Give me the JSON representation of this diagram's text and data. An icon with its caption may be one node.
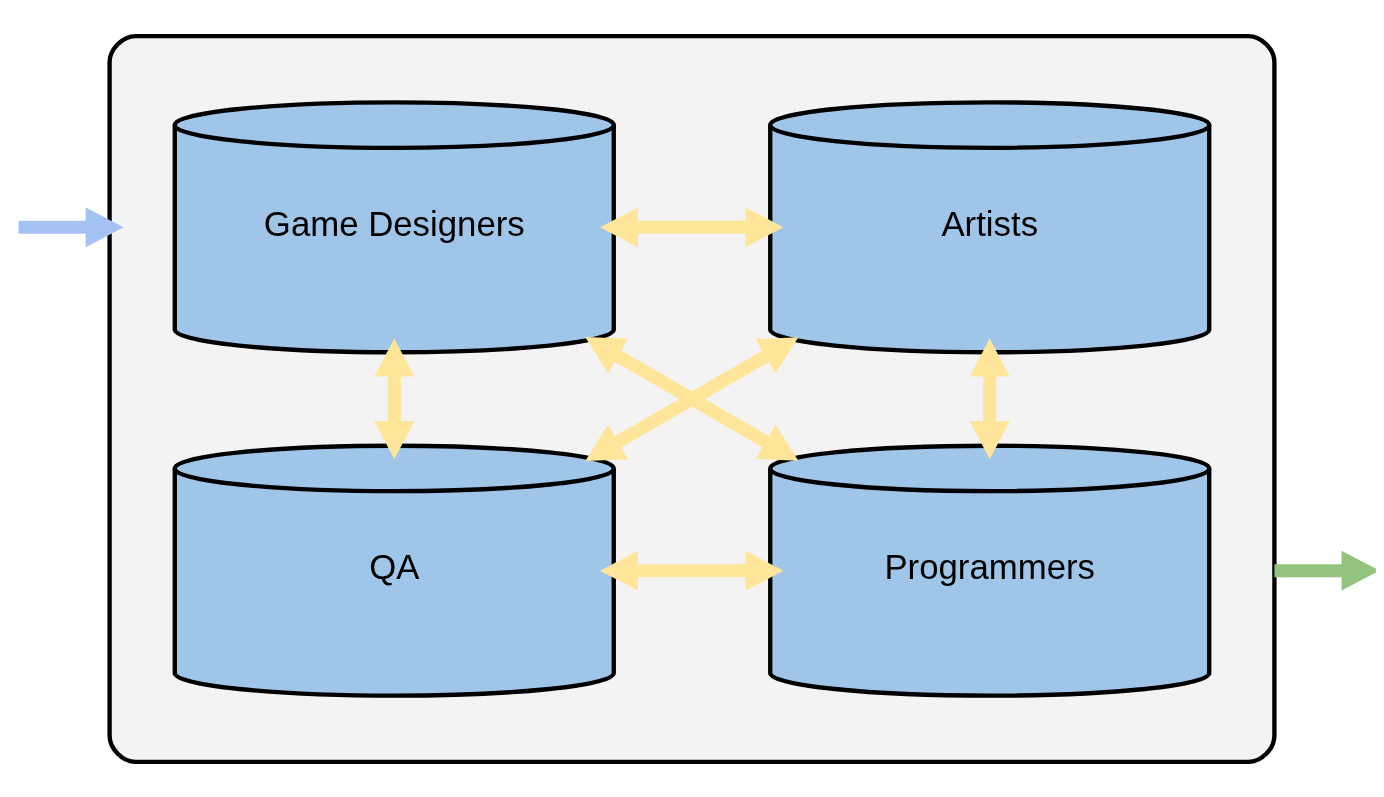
{
  "diagram": {
    "nodes": [
      {
        "text": [],
        "shape": "cloud"
      },
      {
        "text": [
          "Game Designers"
        ],
        "in": 0
      },
      {
        "text": [
          "Artists"
        ],
        "in": 0
      },
      {
        "text": [
          "QA"
        ],
        "in": 0
      },
      {
        "text": [
          "Programmers"
        ],
        "in": 0
      }
    ],
    "edges": [
      {
        "from": 0,
        "to": null,
        "arrow": "to",
        "color": "#93c47d"
      },
      {
        "from": 1,
        "to": 2,
        "arrow": "both",
        "color": "#ffe599"
      },
      {
        "from": 1,
        "to": 3,
        "arrow": "both",
        "color": "#ffe599"
      },
      {
        "from": 1,
        "to": 4,
        "arrow": "both",
        "color": "#ffe599"
      },
      {
        "from": 2,
        "to": 3,
        "arrow": "both",
        "color": "#ffe599"
      },
      {
        "from": 2,
        "to": 4,
        "arrow": "both",
        "color": "#ffe599"
      },
      {
        "from": 3,
        "to": 4,
        "arrow": "both",
        "color": "#ffe599"
      },
      {
        "from": null,
        "to": 0,
        "arrow": "to",
        "color": "#a4c2f4"
      }
    ]
  }
}
